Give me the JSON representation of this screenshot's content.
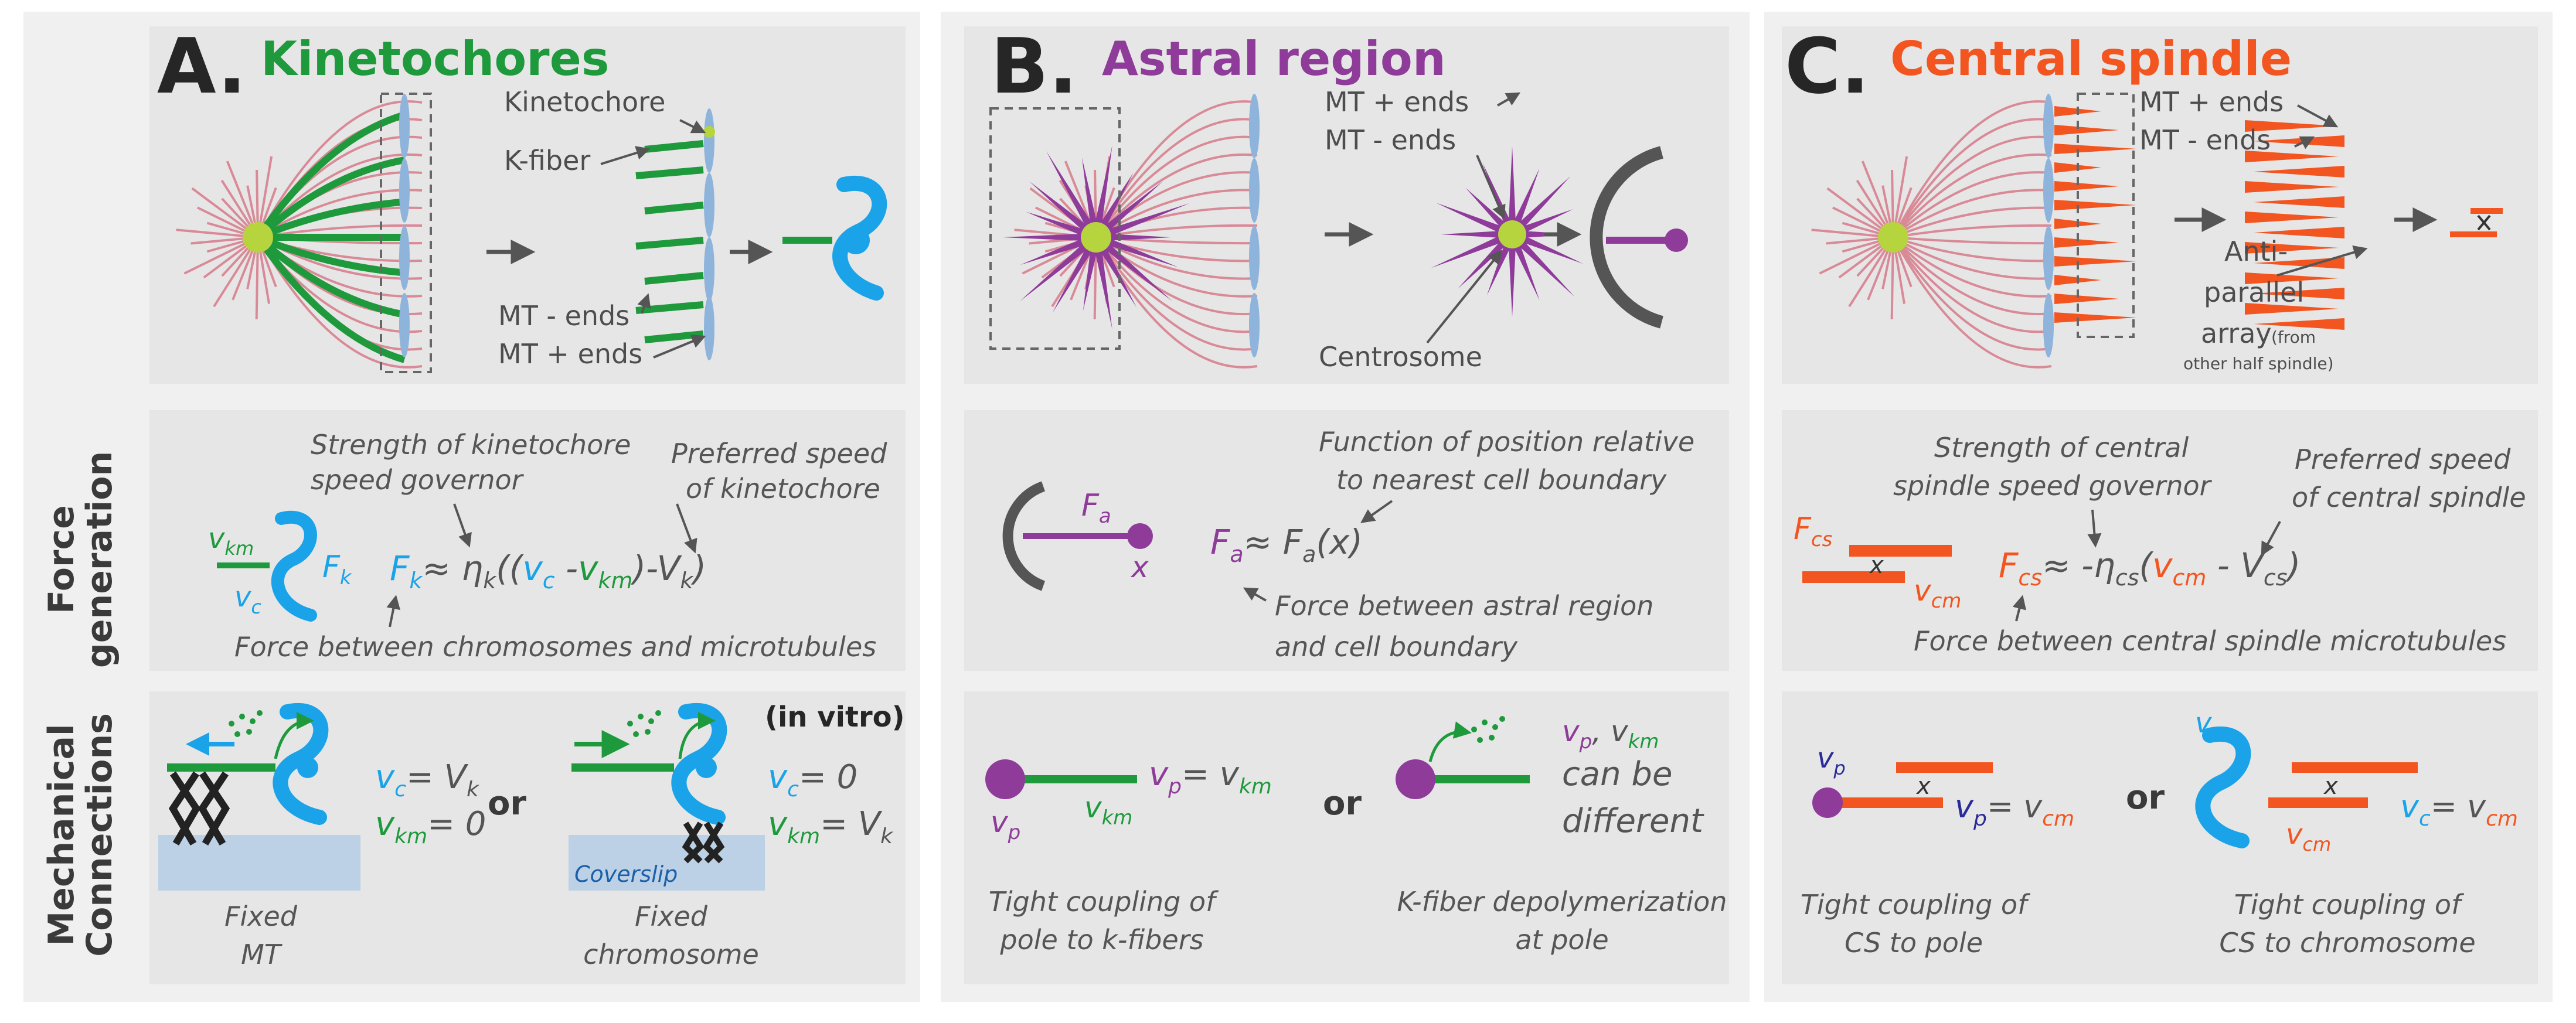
{
  "colors": {
    "green": "#1e9a3c",
    "purple": "#8e3b9a",
    "orange": "#f2551f",
    "blue": "#1aa3e8",
    "pink": "#d98a97",
    "chromosome": "#8fb4dc",
    "centrosome": "#b6d43d",
    "panel": "#e6e6e6",
    "column": "#f0f0f0",
    "arrow": "#555555"
  },
  "rows": {
    "force": [
      "Force",
      "generation"
    ],
    "mechanical": [
      "Mechanical",
      "Connections"
    ]
  },
  "panelA": {
    "letter": "A.",
    "title": "Kinetochores",
    "top": {
      "kinetochore": "Kinetochore",
      "kfiber": "K-fiber",
      "mt_minus": "MT - ends",
      "mt_plus": "MT + ends"
    },
    "force": {
      "note_strength": [
        "Strength of kinetochore",
        "speed governor"
      ],
      "note_speed": [
        "Preferred speed",
        "of kinetochore"
      ],
      "note_force": "Force between chromosomes and microtubules",
      "v_km": "v",
      "v_km_sub": "km",
      "v_c": "v",
      "v_c_sub": "c",
      "F": "F",
      "F_sub": "k",
      "eq_approx": "≈ η",
      "eq_eta_sub": "k",
      "eq_open": "((",
      "eq_vc": "v",
      "eq_vc_sub": "c",
      "eq_minus": " -",
      "eq_vkm": "v",
      "eq_vkm_sub": "km",
      "eq_close": ")-V",
      "eq_Vk_sub": "k",
      "eq_end": ")"
    },
    "mech": {
      "left_eq1_lhs": "v",
      "left_eq1_lhs_sub": "c",
      "left_eq1_rhs": "= V",
      "left_eq1_rhs_sub": "k",
      "left_eq2_lhs": "v",
      "left_eq2_lhs_sub": "km",
      "left_eq2_rhs": "= 0",
      "or": "or",
      "in_vitro": "(in vitro)",
      "right_eq1_lhs": "v",
      "right_eq1_lhs_sub": "c",
      "right_eq1_rhs": "= 0",
      "right_eq2_lhs": "v",
      "right_eq2_lhs_sub": "km",
      "right_eq2_rhs": "= V",
      "right_eq2_rhs_sub": "k",
      "coverslip": "Coverslip",
      "caption_left": [
        "Fixed",
        "MT"
      ],
      "caption_right": [
        "Fixed",
        "chromosome"
      ]
    }
  },
  "panelB": {
    "letter": "B.",
    "title": "Astral region",
    "top": {
      "mt_plus": "MT + ends",
      "mt_minus": "MT - ends",
      "centrosome": "Centrosome"
    },
    "force": {
      "note_position": [
        "Function of position relative",
        "to nearest cell boundary"
      ],
      "note_force": [
        "Force between astral region",
        "and cell boundary"
      ],
      "F": "F",
      "F_sub": "a",
      "x": "x",
      "eq_lhs": "F",
      "eq_lhs_sub": "a",
      "eq_approx": "≈ F",
      "eq_rhs_sub": "a",
      "eq_arg": "(x)"
    },
    "mech": {
      "vp_label": "v",
      "vp_label_sub": "p",
      "vkm_label": "v",
      "vkm_label_sub": "km",
      "eq_lhs": "v",
      "eq_lhs_sub": "p",
      "eq_mid": "= v",
      "eq_rhs_sub": "km",
      "or": "or",
      "right_v1": "v",
      "right_v1_sub": "p",
      "right_comma": ", v",
      "right_v2_sub": "km",
      "right_text": [
        "can be",
        "different"
      ],
      "caption_left": [
        "Tight coupling of",
        "pole to k-fibers"
      ],
      "caption_right": [
        "K-fiber depolymerization",
        "at pole"
      ]
    }
  },
  "panelC": {
    "letter": "C.",
    "title": "Central spindle",
    "top": {
      "mt_plus": "MT + ends",
      "mt_minus": "MT - ends",
      "antiparallel": [
        "Anti-",
        "parallel",
        "array"
      ],
      "from_other": [
        "(from",
        "other half spindle)"
      ]
    },
    "force": {
      "note_strength": [
        "Strength of central",
        "spindle speed governor"
      ],
      "note_speed": [
        "Preferred speed",
        "of central spindle"
      ],
      "note_force": "Force between central  spindle microtubules",
      "F": "F",
      "F_sub": "cs",
      "x": "x",
      "v_cm": "v",
      "v_cm_sub": "cm",
      "eq_lhs": "F",
      "eq_lhs_sub": "cs",
      "eq_approx": "≈ -η",
      "eq_eta_sub": "cs",
      "eq_open": "(",
      "eq_vcm": "v",
      "eq_vcm_sub": "cm",
      "eq_minus": " - V",
      "eq_Vcs_sub": "cs",
      "eq_end": ")"
    },
    "mech": {
      "left_vp": "v",
      "left_vp_sub": "p",
      "left_x": "x",
      "left_eq_lhs": "v",
      "left_eq_lhs_sub": "p",
      "left_eq_mid": "= v",
      "left_eq_rhs_sub": "cm",
      "or": "or",
      "right_vc": "v",
      "right_vc_sub": "c",
      "right_x": "x",
      "right_vcm": "v",
      "right_vcm_sub": "cm",
      "right_eq_lhs": "v",
      "right_eq_lhs_sub": "c",
      "right_eq_mid": "= v",
      "right_eq_rhs_sub": "cm",
      "caption_left": [
        "Tight coupling of",
        "CS to pole"
      ],
      "caption_right": [
        "Tight coupling of",
        "CS to chromosome"
      ]
    }
  }
}
